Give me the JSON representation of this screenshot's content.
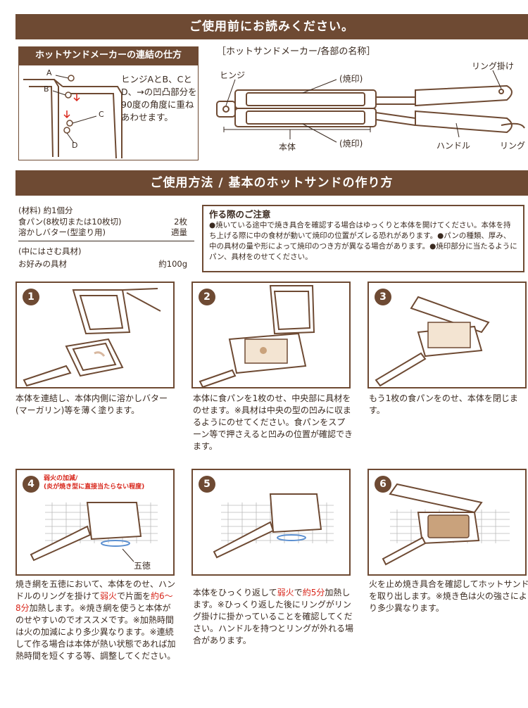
{
  "headers": {
    "before_use": "ご使用前にお読みください。",
    "how_to_use": "ご使用方法 / 基本のホットサンドの作り方"
  },
  "connection": {
    "title": "ホットサンドメーカーの連結の仕方",
    "text": "ヒンジAとB、CとD、→の凹凸部分を90度の角度に重ねあわせます。",
    "labels": [
      "A",
      "B",
      "C",
      "D"
    ]
  },
  "parts": {
    "title": "［ホットサンドメーカー/各部の名称］",
    "hinge": "ヒンジ",
    "brand_top": "(焼印)",
    "brand_bottom": "(焼印)",
    "body": "本体",
    "ring_hook": "リング掛け",
    "handle": "ハンドル",
    "ring": "リング"
  },
  "materials": {
    "title": "(材料)  約1個分",
    "rows": [
      {
        "name": "食パン(8枚切または10枚切)",
        "qty": "2枚"
      },
      {
        "name": "溶かしバター(型塗り用)",
        "qty": "適量"
      }
    ],
    "filling_title": "(中にはさむ具材)",
    "filling": {
      "name": "お好みの具材",
      "qty": "約100g"
    }
  },
  "caution": {
    "title": "作る際のご注意",
    "text": "●焼いている途中で焼き具合を確認する場合はゆっくりと本体を開けてください。本体を持ち上げる際に中の食材が動いて焼印の位置がズレる恐れがあります。●パンの種類、厚み、中の具材の量や形によって焼印のつき方が異なる場合があります。●焼印部分に当たるようにパン、具材をのせてください。"
  },
  "steps": [
    {
      "num": "1",
      "text": "本体を連結し、本体内側に溶かしバター(マーガリン)等を薄く塗ります。"
    },
    {
      "num": "2",
      "text": "本体に食パンを1枚のせ、中央部に具材をのせます。※具材は中央の型の凹みに収まるようにのせてください。食パンをスプーン等で押さえると凹みの位置が確認できます。"
    },
    {
      "num": "3",
      "text": "もう1枚の食パンをのせ、本体を閉じます。"
    },
    {
      "num": "4",
      "fire_note_1": "弱火の加減/",
      "fire_note_2": "(炎が焼き型に直接当たらない程度)",
      "gotoku": "五徳",
      "text_a": "焼き網を五徳において、本体をのせ、ハンドルのリングを掛けて",
      "hl_a": "弱火",
      "text_b": "で片面を",
      "hl_b": "約6〜8分",
      "text_c": "加熱します。※焼き網を使うと本体がのせやすいのでオススメです。※加熱時間は火の加減により多少異なります。※連続して作る場合は本体が熱い状態であれば加熱時間を短くする等、調整してください。"
    },
    {
      "num": "5",
      "text_a": "本体をひっくり返して",
      "hl_a": "弱火",
      "text_b": "で",
      "hl_b": "約5分",
      "text_c": "加熱します。※ひっくり返した後にリングがリング掛けに掛かっていることを確認してください。ハンドルを持つとリングが外れる場合があります。"
    },
    {
      "num": "6",
      "text": "火を止め焼き具合を確認してホットサンドを取り出します。※焼き色は火の強さにより多少異なります。"
    }
  ],
  "colors": {
    "brown": "#6e4a33",
    "red": "#d8261b"
  }
}
